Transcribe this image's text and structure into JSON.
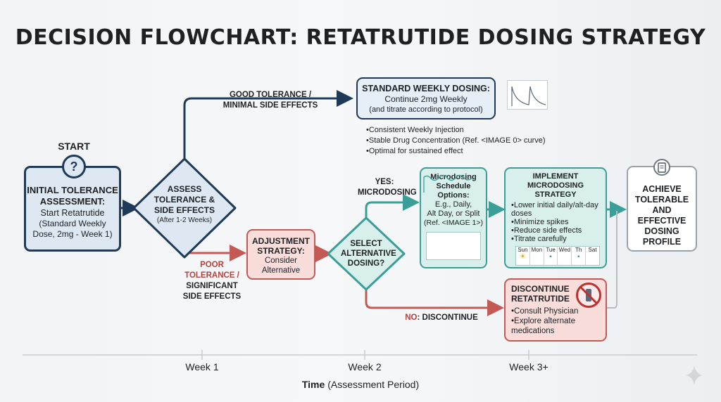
{
  "title": "DECISION FLOWCHART: RETATRUTIDE DOSING STRATEGY",
  "start": {
    "label": "START",
    "icon": "question-icon",
    "heading": "INITIAL TOLERANCE ASSESSMENT:",
    "line1": "Start Retatrutide",
    "line2": "(Standard Weekly Dose, 2mg - Week 1)"
  },
  "assess": {
    "heading": "ASSESS TOLERANCE & SIDE EFFECTS",
    "sub": "(After 1-2 Weeks)"
  },
  "good_label": "GOOD TOLERANCE / MINIMAL SIDE EFFECTS",
  "poor_label": {
    "part1": "POOR",
    "part2": "TOLERANCE /",
    "part3": "SIGNIFICANT SIDE EFFECTS"
  },
  "standard": {
    "heading": "STANDARD WEEKLY DOSING:",
    "line1": "Continue 2mg Weekly",
    "line2": "(and titrate according to protocol)",
    "bullets": [
      "Consistent Weekly Injection",
      "Stable Drug Concentration (Ref. <IMAGE 0> curve)",
      "Optimal for sustained effect"
    ]
  },
  "adjust": {
    "heading": "ADJUSTMENT STRATEGY:",
    "line1": "Consider",
    "line2": "Alternative"
  },
  "select": {
    "heading": "SELECT ALTERNATIVE DOSING?"
  },
  "yes_label": "YES: MICRODOSING",
  "no_label": {
    "prefix": "NO",
    "rest": ": DISCONTINUE"
  },
  "schedule": {
    "heading": "Microdosing Schedule Options:",
    "line1": "E.g., Daily,",
    "line2": "Alt Day, or Split",
    "line3": "(Ref. <IMAGE 1>)"
  },
  "implement": {
    "heading": "IMPLEMENT MICRODOSING STRATEGY",
    "bullets": [
      "Lower initial daily/alt-day doses",
      "Minimize spikes",
      "Reduce side effects",
      "Titrate carefully"
    ],
    "days": [
      "Sun",
      "Mon",
      "Tue",
      "Wed",
      "Th",
      "Sat"
    ]
  },
  "discontinue": {
    "heading": "DISCONTINUE RETATRUTIDE",
    "bullets": [
      "Consult Physician",
      "Explore alternate medications"
    ]
  },
  "achieve": {
    "heading": "ACHIEVE TOLERABLE AND EFFECTIVE DOSING PROFILE"
  },
  "timeline": {
    "ticks": [
      "Week 1",
      "Week 2",
      "Week 3+"
    ],
    "axis_bold": "Time",
    "axis_rest": "(Assessment Period)"
  },
  "colors": {
    "navy": "#1f3a58",
    "teal": "#3b9e98",
    "red": "#c45a55",
    "start_fill": "#dde8f3",
    "teal_fill": "#d8efec",
    "red_fill": "#f8dddb"
  }
}
